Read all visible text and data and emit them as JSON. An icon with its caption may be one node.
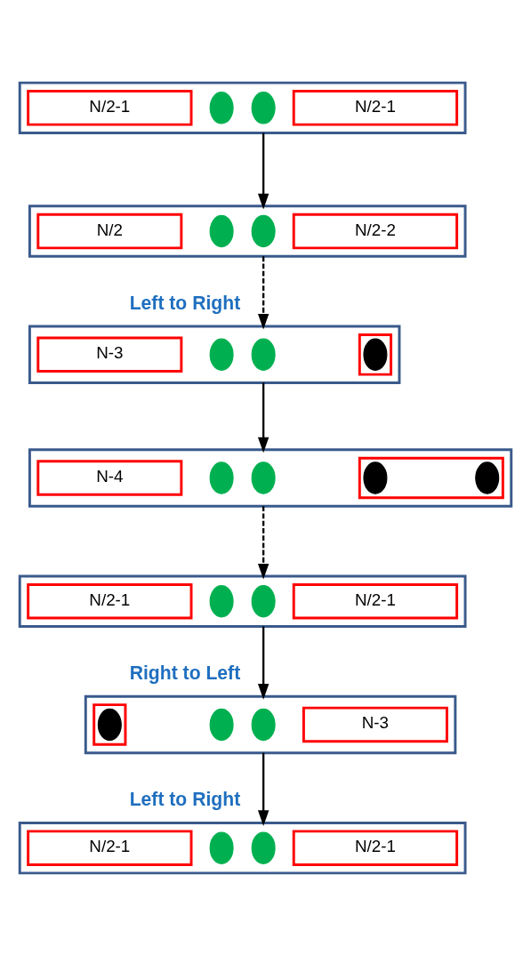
{
  "diagram": {
    "nodes": [
      {
        "text": [],
        "shape": "box"
      },
      {
        "text": [
          "N/2-1"
        ],
        "in": 0
      },
      {
        "text": [],
        "shape": "circle",
        "in": 0
      },
      {
        "text": [],
        "shape": "circle",
        "in": 0
      },
      {
        "text": [
          "N/2-1"
        ],
        "in": 0
      },
      {
        "text": [],
        "shape": "box"
      },
      {
        "text": [
          "N/2"
        ],
        "in": 5
      },
      {
        "text": [],
        "shape": "circle",
        "in": 5
      },
      {
        "text": [],
        "shape": "circle",
        "in": 5
      },
      {
        "text": [
          "N/2-2"
        ],
        "in": 5
      },
      {
        "text": [],
        "shape": "box"
      },
      {
        "text": [
          "N-3"
        ],
        "in": 10
      },
      {
        "text": [],
        "shape": "circle",
        "in": 10
      },
      {
        "text": [],
        "shape": "circle",
        "in": 10
      },
      {
        "text": [],
        "shape": "box",
        "in": 10
      },
      {
        "text": [],
        "shape": "circle",
        "in": 14
      },
      {
        "text": [],
        "shape": "box"
      },
      {
        "text": [
          "N-4"
        ],
        "in": 16
      },
      {
        "text": [],
        "shape": "circle",
        "in": 16
      },
      {
        "text": [],
        "shape": "circle",
        "in": 16
      },
      {
        "text": [],
        "shape": "box",
        "in": 16
      },
      {
        "text": [],
        "shape": "circle",
        "in": 20
      },
      {
        "text": [],
        "shape": "circle",
        "in": 20
      },
      {
        "text": [],
        "shape": "box"
      },
      {
        "text": [
          "N/2-1"
        ],
        "in": 23
      },
      {
        "text": [],
        "shape": "circle",
        "in": 23
      },
      {
        "text": [],
        "shape": "circle",
        "in": 23
      },
      {
        "text": [
          "N/2-1"
        ],
        "in": 23
      },
      {
        "text": [],
        "shape": "box"
      },
      {
        "text": [],
        "shape": "box",
        "in": 28
      },
      {
        "text": [],
        "shape": "circle",
        "in": 29
      },
      {
        "text": [],
        "shape": "circle",
        "in": 28
      },
      {
        "text": [],
        "shape": "circle",
        "in": 28
      },
      {
        "text": [
          "N-3"
        ],
        "in": 28
      },
      {
        "text": [],
        "shape": "box"
      },
      {
        "text": [
          "N/2-1"
        ],
        "in": 34
      },
      {
        "text": [],
        "shape": "circle",
        "in": 34
      },
      {
        "text": [],
        "shape": "circle",
        "in": 34
      },
      {
        "text": [
          "N/2-1"
        ],
        "in": 34
      }
    ],
    "edges": [
      {
        "from": 0,
        "to": 5,
        "arrow": "to"
      },
      {
        "from": 5,
        "to": 10,
        "arrow": "to",
        "style": "dashed",
        "label": "Left to Right"
      },
      {
        "from": 10,
        "to": 16,
        "arrow": "to"
      },
      {
        "from": 16,
        "to": 23,
        "arrow": "to",
        "style": "dashed"
      },
      {
        "from": 23,
        "to": 28,
        "arrow": "to",
        "label": "Right to Left"
      },
      {
        "from": 28,
        "to": 34,
        "arrow": "to",
        "label": "Left to Right"
      }
    ]
  }
}
